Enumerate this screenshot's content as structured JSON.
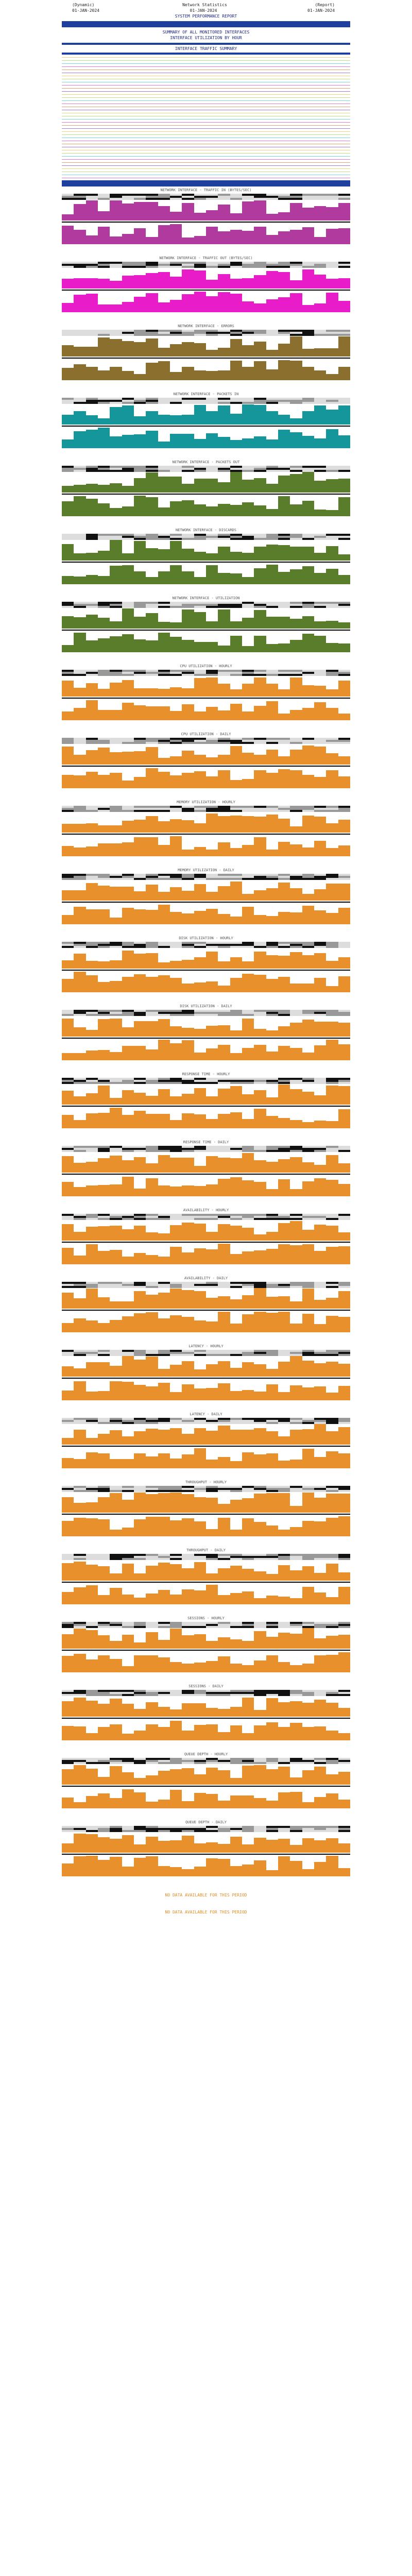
{
  "header": {
    "left_label": "(Dynamic)",
    "center_label": "Network Statistics",
    "right_label": "(Report)",
    "date_left": "01-JAN-2024",
    "date_center": "01-JAN-2024",
    "date_right": "01-JAN-2024",
    "subtitle_1": "SYSTEM PERFORMANCE REPORT",
    "subtitle_2": "SUMMARY OF ALL MONITORED INTERFACES",
    "subtitle_3": "INTERFACE UTILIZATION BY HOUR"
  },
  "banner": {
    "label": "INTERFACE TRAFFIC SUMMARY"
  },
  "palette": {
    "purple": "#b03a9e",
    "magenta": "#e81cc8",
    "olive": "#8a6f2f",
    "teal": "#14969b",
    "green": "#5a7d2b",
    "orange": "#e8912c",
    "blue": "#1f3f9f"
  },
  "sections": [
    {
      "title": "NETWORK INTERFACE - TRAFFIC IN (BYTES/SEC)",
      "color": "purple"
    },
    {
      "title": "NETWORK INTERFACE - TRAFFIC OUT (BYTES/SEC)",
      "color": "magenta"
    },
    {
      "title": "NETWORK INTERFACE - ERRORS",
      "color": "olive"
    },
    {
      "title": "NETWORK INTERFACE - PACKETS IN",
      "color": "teal"
    },
    {
      "title": "NETWORK INTERFACE - PACKETS OUT",
      "color": "green"
    },
    {
      "title": "NETWORK INTERFACE - DISCARDS",
      "color": "green"
    },
    {
      "title": "NETWORK INTERFACE - UTILIZATION",
      "color": "green"
    },
    {
      "title": "CPU UTILIZATION - HOURLY",
      "color": "orange"
    },
    {
      "title": "CPU UTILIZATION - DAILY",
      "color": "orange"
    },
    {
      "title": "MEMORY UTILIZATION - HOURLY",
      "color": "orange"
    },
    {
      "title": "MEMORY UTILIZATION - DAILY",
      "color": "orange"
    },
    {
      "title": "DISK UTILIZATION - HOURLY",
      "color": "orange"
    },
    {
      "title": "DISK UTILIZATION - DAILY",
      "color": "orange"
    },
    {
      "title": "RESPONSE TIME - HOURLY",
      "color": "orange"
    },
    {
      "title": "RESPONSE TIME - DAILY",
      "color": "orange"
    },
    {
      "title": "AVAILABILITY - HOURLY",
      "color": "orange"
    },
    {
      "title": "AVAILABILITY - DAILY",
      "color": "orange"
    },
    {
      "title": "LATENCY - HOURLY",
      "color": "orange"
    },
    {
      "title": "LATENCY - DAILY",
      "color": "orange"
    },
    {
      "title": "THROUGHPUT - HOURLY",
      "color": "orange"
    },
    {
      "title": "THROUGHPUT - DAILY",
      "color": "orange"
    },
    {
      "title": "SESSIONS - HOURLY",
      "color": "orange"
    },
    {
      "title": "SESSIONS - DAILY",
      "color": "orange"
    },
    {
      "title": "QUEUE DEPTH - HOURLY",
      "color": "orange"
    },
    {
      "title": "QUEUE DEPTH - DAILY",
      "color": "orange"
    }
  ],
  "notes": {
    "note_1": "NO DATA AVAILABLE FOR THIS PERIOD",
    "note_2": "NO DATA AVAILABLE FOR THIS PERIOD"
  }
}
